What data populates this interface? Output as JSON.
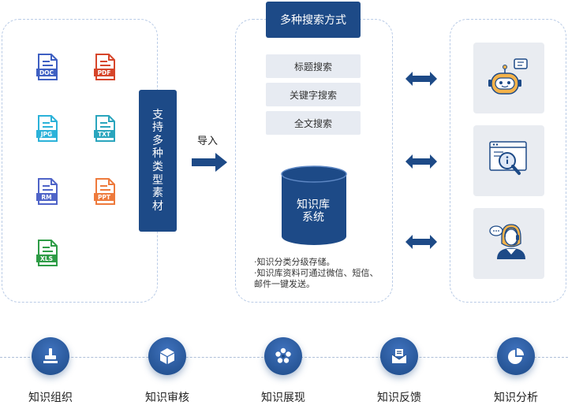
{
  "sources": {
    "files": [
      {
        "label": "DOC",
        "color": "#3e5fc2",
        "icon": "doc-file-icon"
      },
      {
        "label": "PDF",
        "color": "#d6452a",
        "icon": "pdf-file-icon"
      },
      {
        "label": "JPG",
        "color": "#2bb2d9",
        "icon": "jpg-file-icon"
      },
      {
        "label": "TXT",
        "color": "#2aa5bd",
        "icon": "txt-file-icon"
      },
      {
        "label": "RM",
        "color": "#4f64c8",
        "icon": "rm-file-icon"
      },
      {
        "label": "PPT",
        "color": "#ee7a3c",
        "icon": "ppt-file-icon"
      },
      {
        "label": "XLS",
        "color": "#2e9c46",
        "icon": "xls-file-icon"
      }
    ],
    "support_label": "支持多种类型素材"
  },
  "import_label": "导入",
  "search": {
    "title": "多种搜索方式",
    "items": [
      "标题搜索",
      "关键字搜索",
      "全文搜索"
    ]
  },
  "kb": {
    "label_line1": "知识库",
    "label_line2": "系统",
    "notes": [
      "·知识分类分级存储。",
      "·知识库资料可通过微信、短信、",
      "邮件一键发送。"
    ]
  },
  "features": [
    {
      "icon": "robot-chat-icon"
    },
    {
      "icon": "browser-search-icon"
    },
    {
      "icon": "headset-agent-icon"
    }
  ],
  "bottom": [
    {
      "label": "知识组织",
      "icon": "stamp-icon"
    },
    {
      "label": "知识审核",
      "icon": "cube-icon"
    },
    {
      "label": "知识展现",
      "icon": "flower-icon"
    },
    {
      "label": "知识反馈",
      "icon": "envelope-icon"
    },
    {
      "label": "知识分析",
      "icon": "pie-chart-icon"
    }
  ],
  "colors": {
    "primary": "#1d4a87",
    "panel_border": "#b9cbe6",
    "search_bg": "#e7ebf2"
  }
}
